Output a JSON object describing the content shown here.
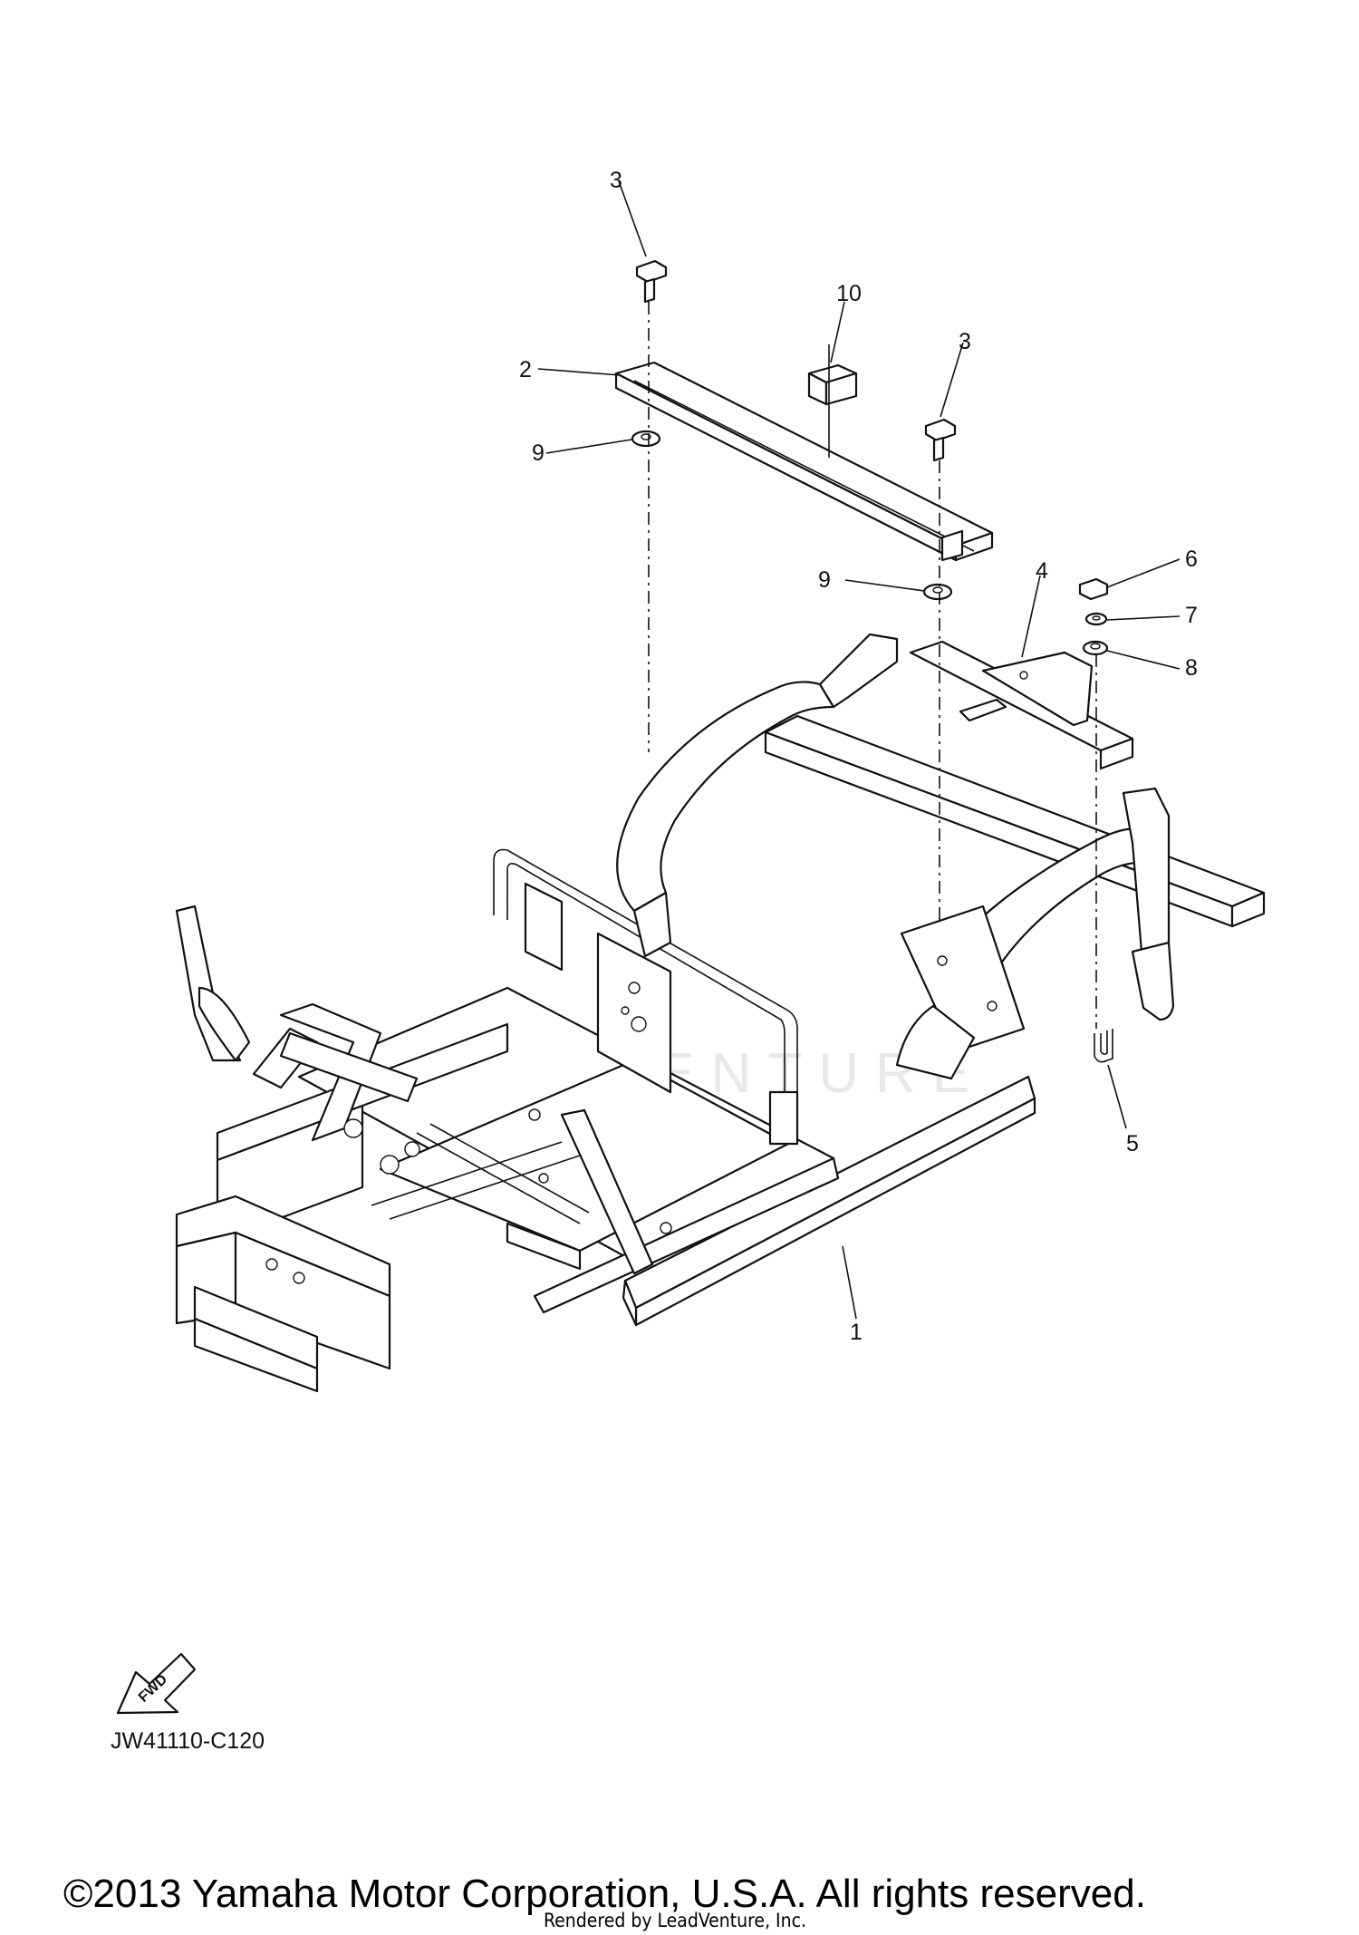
{
  "diagram": {
    "callouts": [
      {
        "id": "c1",
        "label": "1"
      },
      {
        "id": "c2",
        "label": "2"
      },
      {
        "id": "c3a",
        "label": "3"
      },
      {
        "id": "c3b",
        "label": "3"
      },
      {
        "id": "c4",
        "label": "4"
      },
      {
        "id": "c5",
        "label": "5"
      },
      {
        "id": "c6",
        "label": "6"
      },
      {
        "id": "c7",
        "label": "7"
      },
      {
        "id": "c8",
        "label": "8"
      },
      {
        "id": "c9a",
        "label": "9"
      },
      {
        "id": "c9b",
        "label": "9"
      },
      {
        "id": "c10",
        "label": "10"
      }
    ],
    "fwd_label": "FWD",
    "diagram_code": "JW41110-C120",
    "watermark_text": "LEADVENTURE"
  },
  "footer": {
    "copyright": "©2013 Yamaha Motor Corporation, U.S.A. All rights reserved.",
    "rendered_by": "Rendered by LeadVenture, Inc."
  },
  "colors": {
    "line": "#111111",
    "background": "#ffffff",
    "watermark": "#e8e8e8"
  }
}
